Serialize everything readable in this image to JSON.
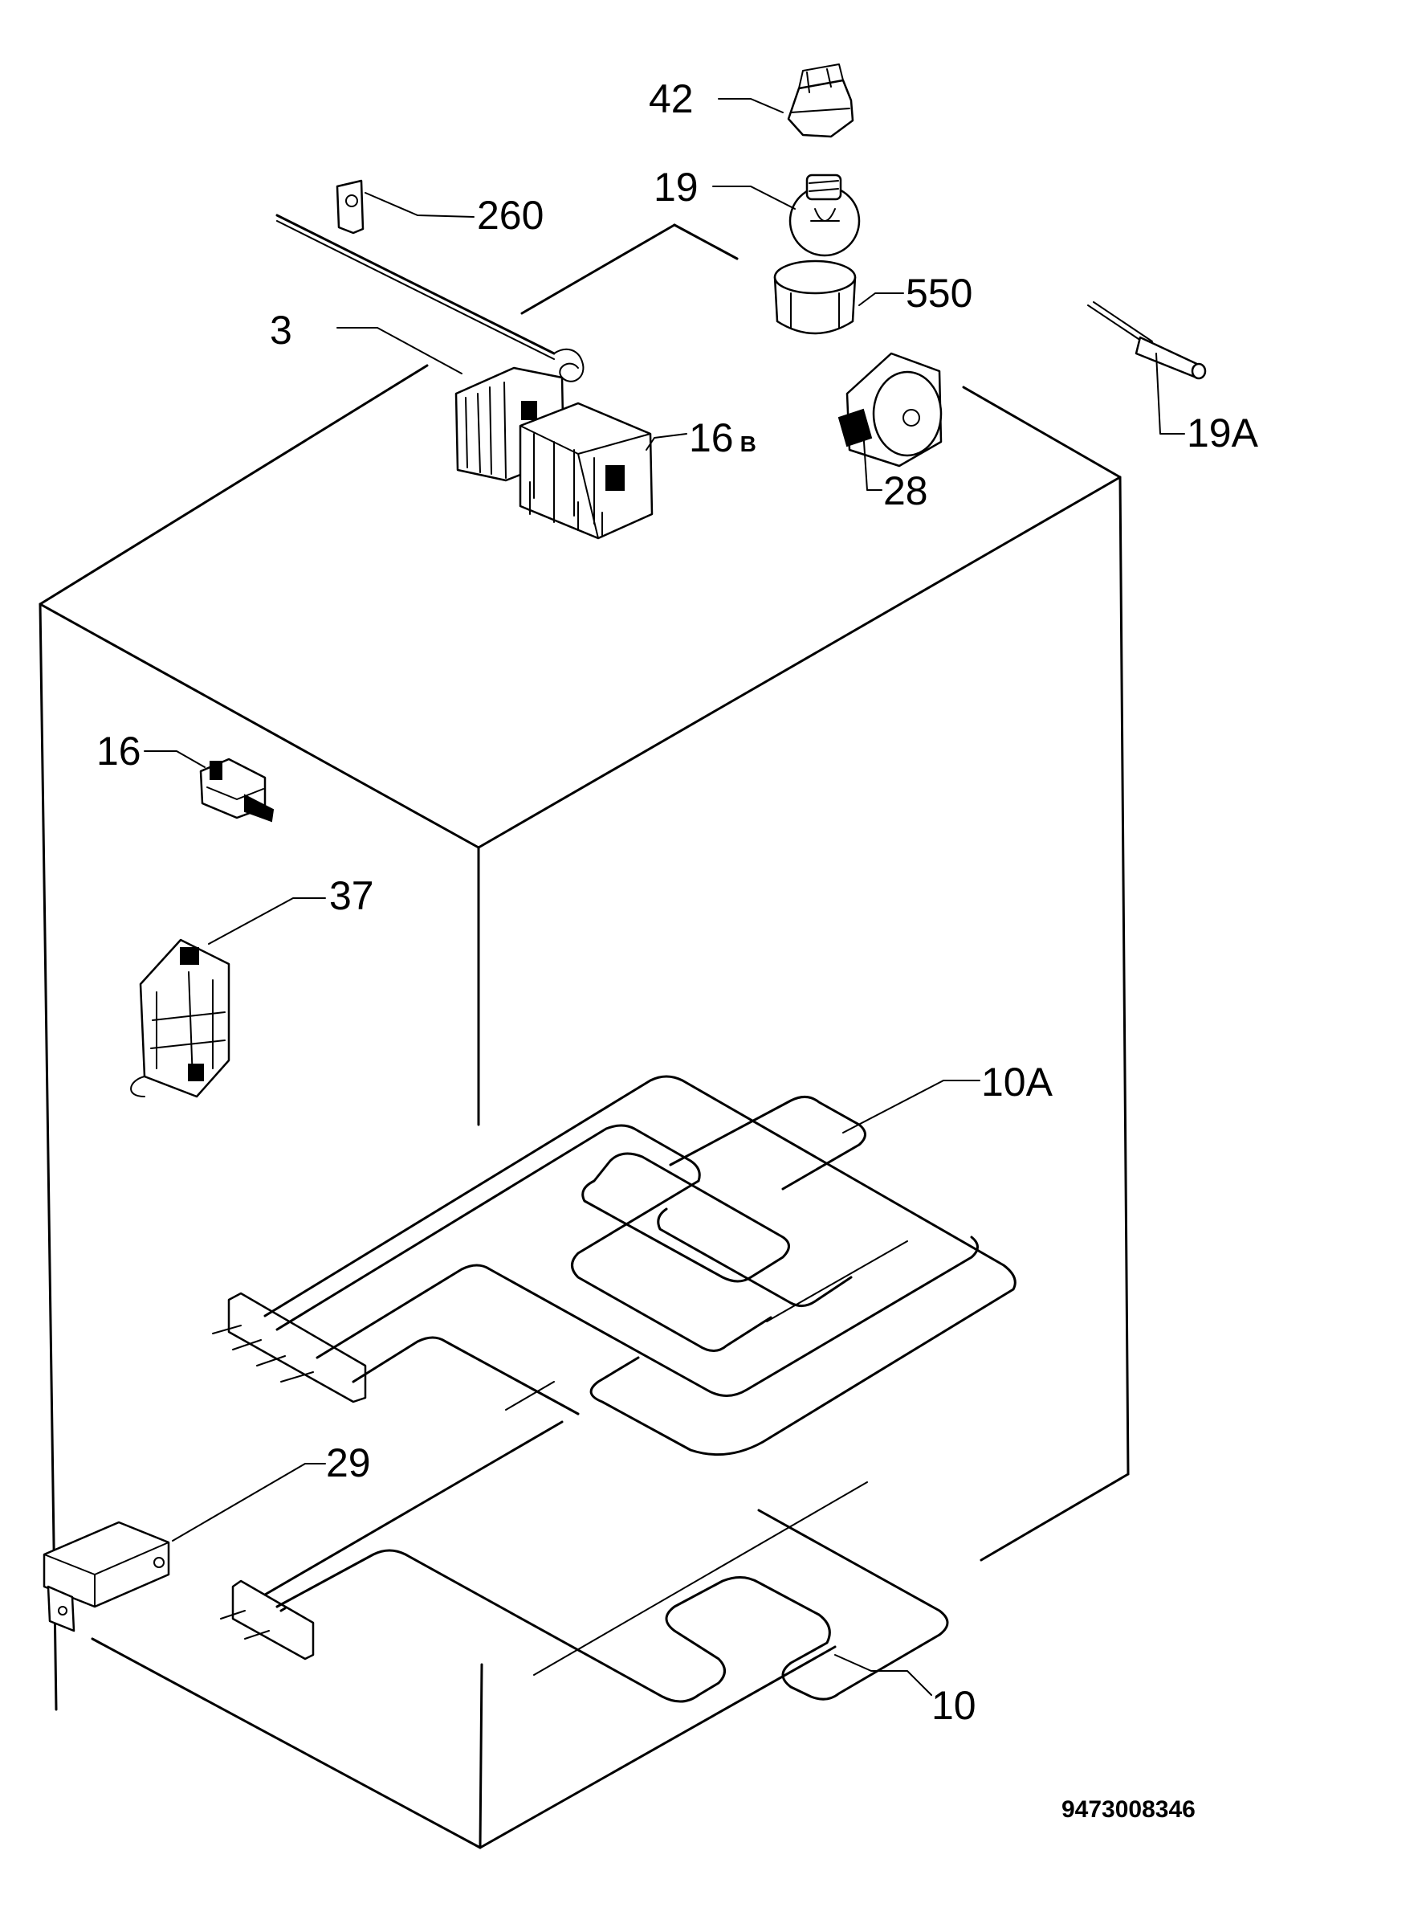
{
  "labels": {
    "p42": "42",
    "p19": "19",
    "p260": "260",
    "p550": "550",
    "p3": "3",
    "p16b": "16",
    "p16b_suffix": "B",
    "p19a": "19A",
    "p28": "28",
    "p16": "16",
    "p37": "37",
    "p10a": "10A",
    "p29": "29",
    "p10": "10"
  },
  "document_number": "9473008346"
}
